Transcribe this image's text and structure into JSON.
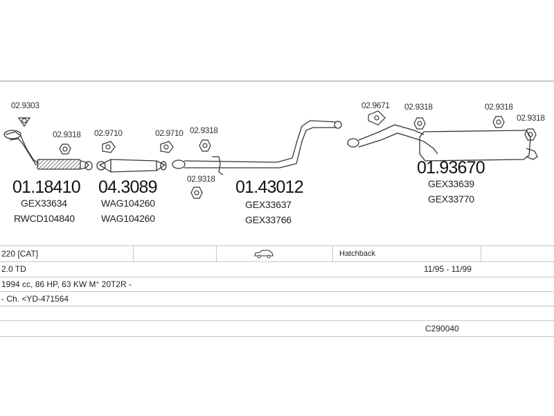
{
  "diagram": {
    "parts": [
      {
        "code": "02.9303"
      },
      {
        "code": "02.9318"
      },
      {
        "code": "02.9710"
      },
      {
        "code": "02.9710"
      },
      {
        "code": "02.9318"
      },
      {
        "code": "02.9318"
      },
      {
        "code": "02.9671"
      },
      {
        "code": "02.9318"
      },
      {
        "code": "02.9318"
      },
      {
        "code": "02.9318"
      }
    ],
    "assemblies": [
      {
        "number": "01.18410",
        "refs": [
          "GEX33634",
          "RWCD104840"
        ]
      },
      {
        "number": "04.3089",
        "refs": [
          "WAG104260",
          "WAG104260"
        ]
      },
      {
        "number": "01.43012",
        "refs": [
          "GEX33637",
          "GEX33766"
        ]
      },
      {
        "number": "01.93670",
        "refs": [
          "GEX33639",
          "GEX33770"
        ]
      }
    ]
  },
  "table": {
    "row1": {
      "model": "220  [CAT]",
      "body": "Hatchback",
      "icon": "car-icon"
    },
    "row2": {
      "engine": "2.0 TD",
      "years": "11/95 - 11/99"
    },
    "row3": {
      "spec": "1994 cc, 86 HP, 63 KW M° 20T2R -"
    },
    "row4": {
      "chassis": "- Ch. <YD-471564"
    },
    "row5": {},
    "row6": {
      "code": "C290040"
    }
  },
  "colors": {
    "line": "#c6c6c6",
    "ink": "#333333"
  }
}
